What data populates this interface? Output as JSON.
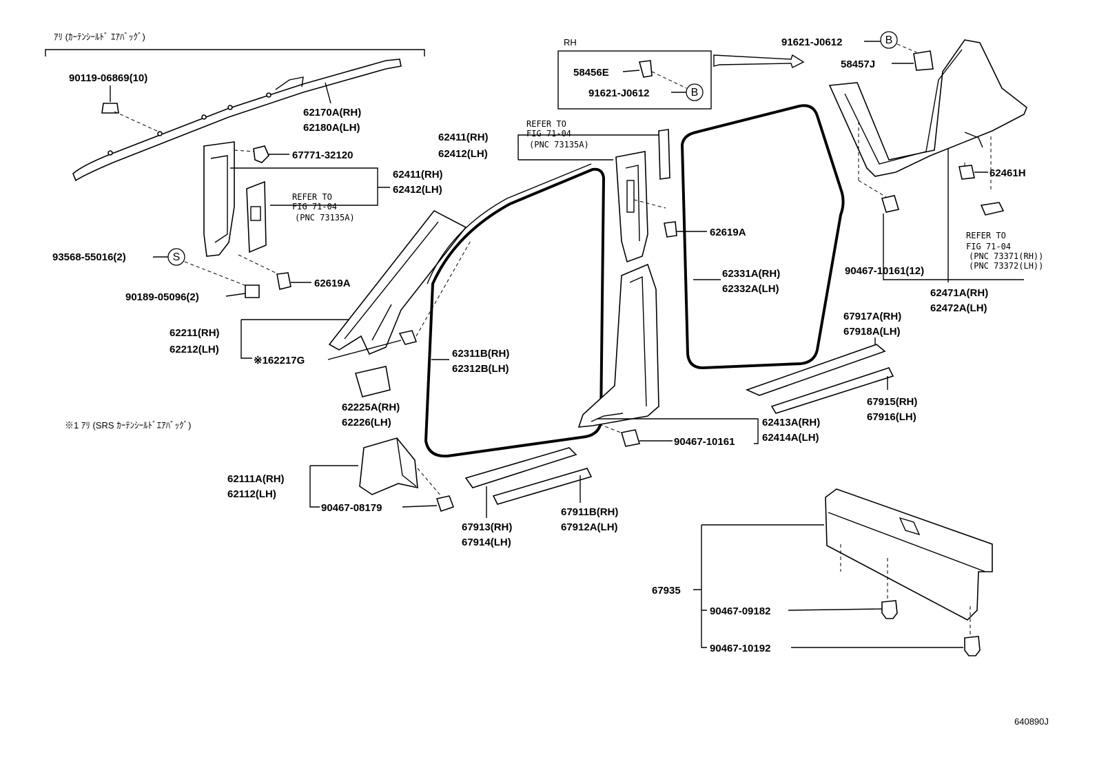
{
  "notes": {
    "top_left": "ｱﾘ (ｶｰﾃﾝｼｰﾙﾄﾞ ｴｱﾊﾞｯｸﾞ)",
    "footnote": "※1 ｱﾘ (SRS ｶｰﾃﾝｼｰﾙﾄﾞｴｱﾊﾞｯｸﾞ)",
    "rh_box": "RH",
    "drawing_id": "640890J"
  },
  "labels": {
    "p90119": "90119-06869(10)",
    "p62170": "62170A(RH)",
    "p62180": "62180A(LH)",
    "p67771": "67771-32120",
    "p62411a": "62411(RH)",
    "p62412a": "62412(LH)",
    "refer1_a": "REFER TO",
    "refer1_b": "FIG 71-04",
    "refer1_c": "(PNC 73135A)",
    "p93568": "93568-55016(2)",
    "p90189": "90189-05096(2)",
    "p62619a": "62619A",
    "p62211": "62211(RH)",
    "p62212": "62212(LH)",
    "p62217": "※162217G",
    "p62225": "62225A(RH)",
    "p62226": "62226(LH)",
    "p62111": "62111A(RH)",
    "p62112": "62112(LH)",
    "p90467_08179": "90467-08179",
    "p67913": "67913(RH)",
    "p67914": "67914(LH)",
    "p67911": "67911B(RH)",
    "p67912": "67912A(LH)",
    "p62311": "62311B(RH)",
    "p62312": "62312B(LH)",
    "p58456": "58456E",
    "p91621b": "91621-J0612",
    "p62411b": "62411(RH)",
    "p62412b": "62412(LH)",
    "refer2_a": "REFER TO",
    "refer2_b": "FIG 71-04",
    "refer2_c": "(PNC 73135A)",
    "p62619b": "62619A",
    "p62331": "62331A(RH)",
    "p62332": "62332A(LH)",
    "p62413": "62413A(RH)",
    "p62414": "62414A(LH)",
    "p90467_10161a": "90467-10161",
    "p91621a": "91621-J0612",
    "p58457": "58457J",
    "p62461": "62461H",
    "refer3_a": "REFER TO",
    "refer3_b": "FIG 71-04",
    "refer3_c": "(PNC 73371(RH))",
    "refer3_d": "(PNC 73372(LH))",
    "p90467_10161b": "90467-10161(12)",
    "p62471": "62471A(RH)",
    "p62472": "62472A(LH)",
    "p67917": "67917A(RH)",
    "p67918": "67918A(LH)",
    "p67915": "67915(RH)",
    "p67916": "67916(LH)",
    "p67935": "67935",
    "p90467_09182": "90467-09182",
    "p90467_10192": "90467-10192",
    "circle_s": "S",
    "circle_b1": "B",
    "circle_b2": "B"
  }
}
